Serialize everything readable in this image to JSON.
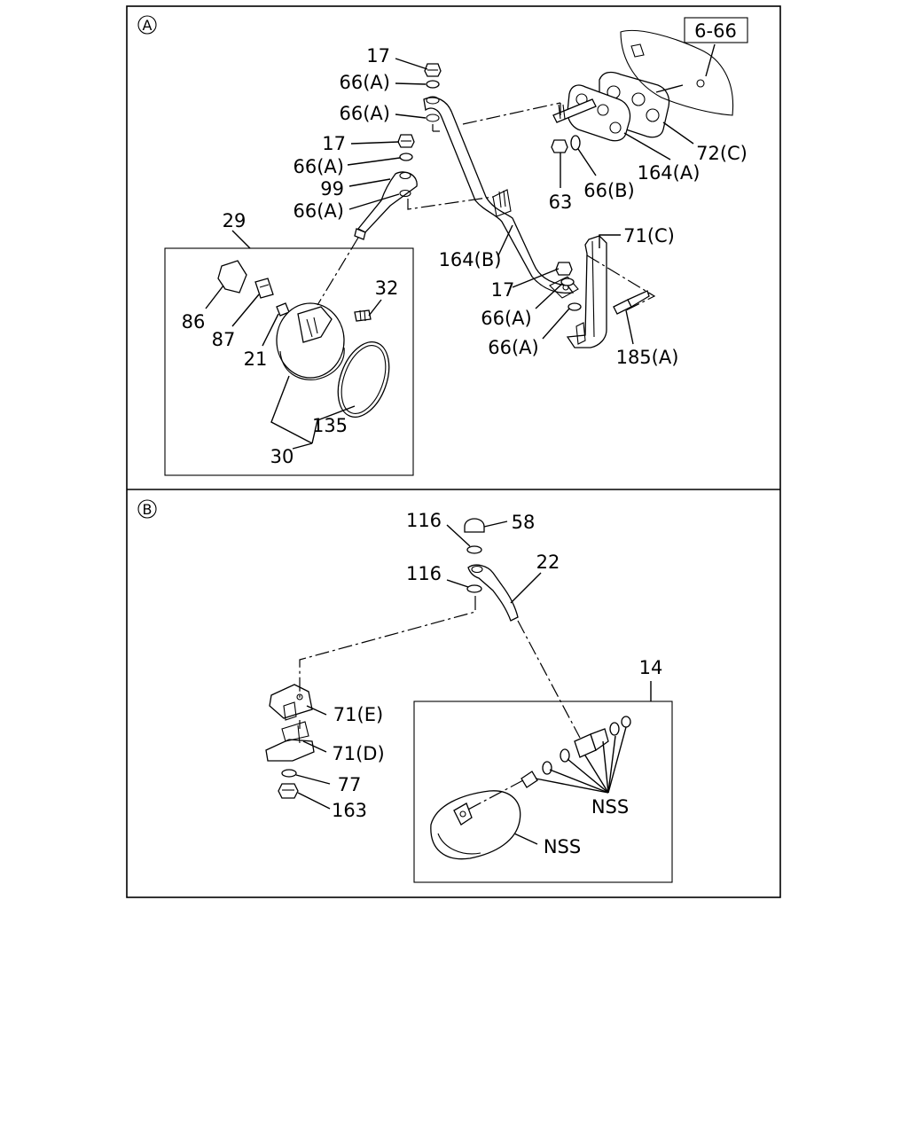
{
  "sections": [
    {
      "id": "A",
      "label": "A"
    },
    {
      "id": "B",
      "label": "B"
    }
  ],
  "reference_box": {
    "label": "6-66"
  },
  "callouts": {
    "a_17_top": "17",
    "a_66a_1": "66(A)",
    "a_66a_2": "66(A)",
    "a_17_mid": "17",
    "a_66a_3": "66(A)",
    "a_99": "99",
    "a_66a_4": "66(A)",
    "a_29": "29",
    "a_86": "86",
    "a_87": "87",
    "a_21": "21",
    "a_32": "32",
    "a_135": "135",
    "a_30": "30",
    "a_164b": "164(B)",
    "a_17_low": "17",
    "a_66a_5": "66(A)",
    "a_66a_6": "66(A)",
    "a_71c": "71(C)",
    "a_185a": "185(A)",
    "a_63": "63",
    "a_66b": "66(B)",
    "a_164a": "164(A)",
    "a_72c": "72(C)",
    "b_116_top": "116",
    "b_58": "58",
    "b_116_mid": "116",
    "b_22": "22",
    "b_14": "14",
    "b_71e": "71(E)",
    "b_71d": "71(D)",
    "b_77": "77",
    "b_163": "163",
    "b_nss_1": "NSS",
    "b_nss_2": "NSS"
  }
}
